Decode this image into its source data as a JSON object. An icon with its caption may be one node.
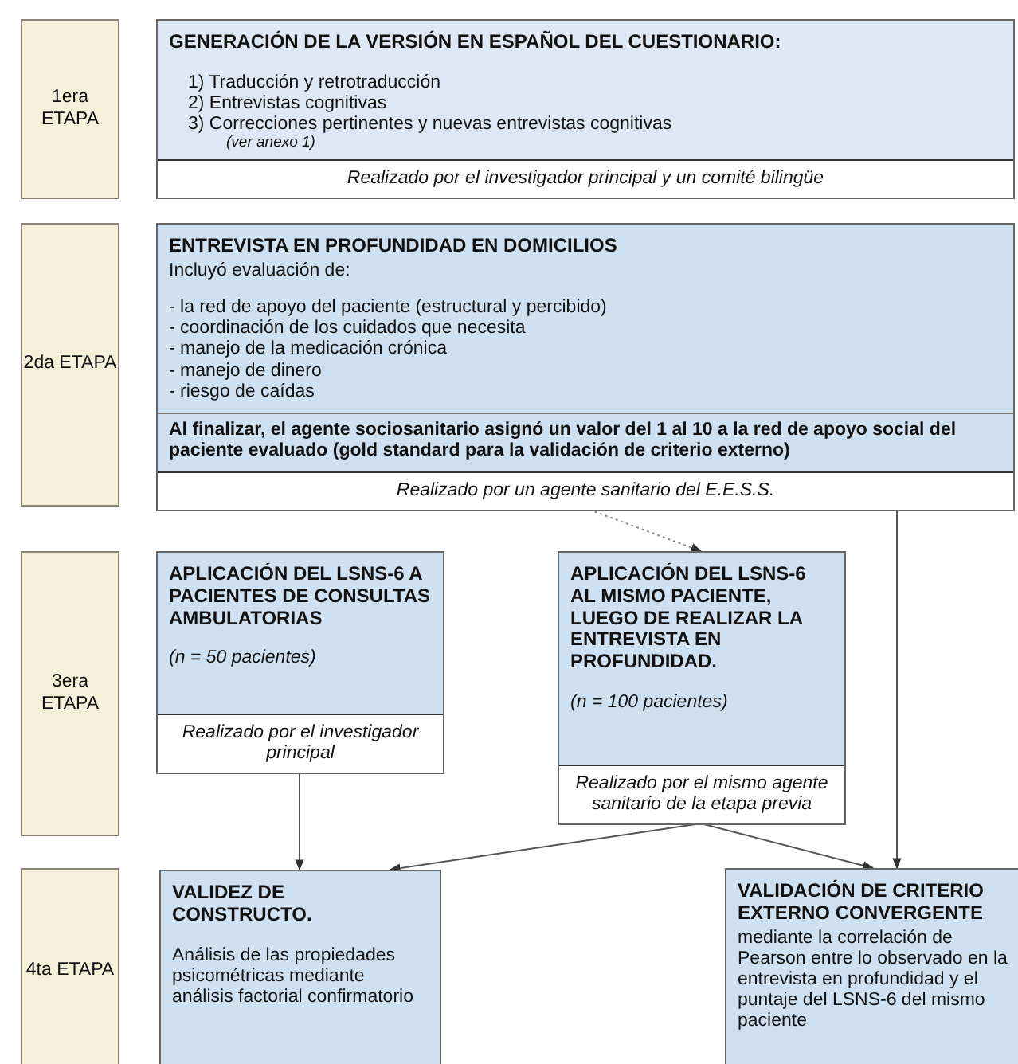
{
  "diagram": {
    "nodes": [
      {
        "text": [
          "1era ETAPA"
        ]
      },
      {
        "text": [
          "GENERACIÓN DE LA VERSIÓN EN ESPAÑOL DEL CUESTIONARIO:",
          "1) Traducción y retrotraducción",
          "2) Entrevistas cognitivas",
          "3) Correcciones pertinentes y nuevas entrevistas cognitivas",
          "(ver anexo 1)"
        ]
      },
      {
        "text": [
          "Realizado por el investigador principal y un comité bilingüe"
        ],
        "in": 1
      },
      {
        "text": [
          "2da ETAPA"
        ]
      },
      {
        "text": [
          "ENTREVISTA EN PROFUNDIDAD EN DOMICILIOS",
          "Incluyó evaluación de:",
          "- la red de apoyo del paciente (estructural y percibido)",
          "- coordinación de los cuidados que necesita",
          "- manejo de la medicación crónica",
          "- manejo de dinero",
          "- riesgo de caídas"
        ]
      },
      {
        "text": [
          "Al finalizar, el agente sociosanitario asignó un valor del 1 al 10 a la red de apoyo social del paciente evaluado (gold standard para la validación de criterio externo)"
        ],
        "in": 4
      },
      {
        "text": [
          "Realizado por un agente sanitario del E.E.S.S."
        ],
        "in": 4
      },
      {
        "text": [
          "3era ETAPA"
        ]
      },
      {
        "text": [
          "APLICACIÓN DEL LSNS-6 A PACIENTES DE CONSULTAS AMBULATORIAS",
          "(n = 50 pacientes)"
        ]
      },
      {
        "text": [
          "Realizado por el investigador principal"
        ],
        "in": 8
      },
      {
        "text": [
          "APLICACIÓN DEL LSNS-6 AL MISMO PACIENTE, LUEGO DE REALIZAR LA ENTREVISTA EN PROFUNDIDAD.",
          "(n = 100 pacientes)"
        ]
      },
      {
        "text": [
          "Realizado por el mismo agente sanitario de la etapa previa"
        ],
        "in": 10
      },
      {
        "text": [
          "4ta ETAPA"
        ]
      },
      {
        "text": [
          "VALIDEZ DE CONSTRUCTO.",
          "Análisis de las propiedades psicométricas mediante análisis factorial confirmatorio"
        ]
      },
      {
        "text": [
          "VALIDACIÓN DE CRITERIO EXTERNO CONVERGENTE",
          "mediante la correlación de Pearson entre lo observado en la entrevista en profundidad y el puntaje del LSNS-6 del mismo paciente"
        ]
      }
    ],
    "edges": [
      {
        "from": 6,
        "to": 10,
        "arrow": "to",
        "style": "dashed"
      },
      {
        "from": 9,
        "to": 13,
        "arrow": "to"
      },
      {
        "from": 11,
        "to": 13,
        "arrow": "to"
      },
      {
        "from": 11,
        "to": 14,
        "arrow": "to"
      },
      {
        "from": 6,
        "to": 14,
        "arrow": "to"
      }
    ]
  }
}
